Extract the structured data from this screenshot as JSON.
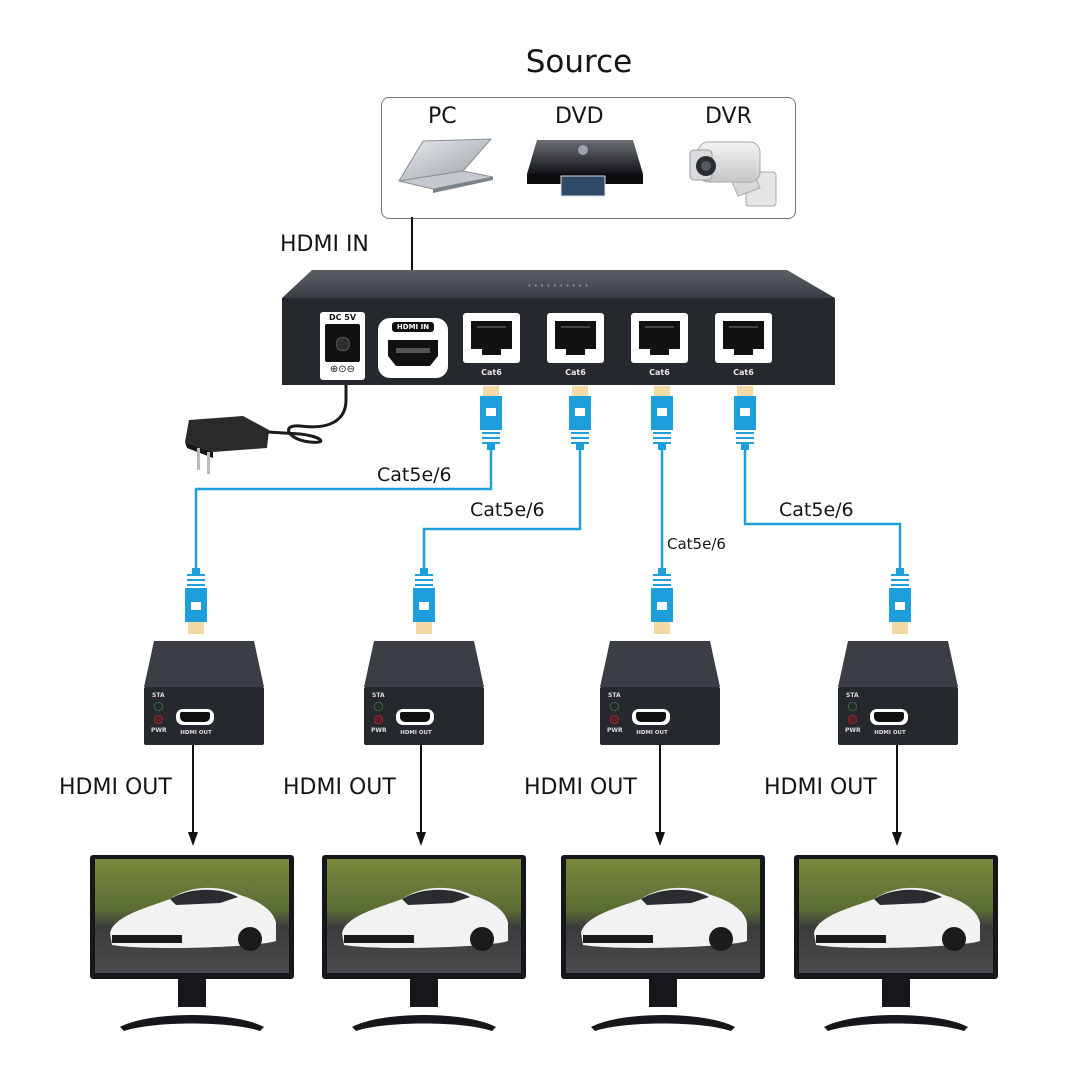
{
  "title": "Source",
  "source_box": {
    "devices": [
      {
        "label": "PC",
        "icon": "laptop-icon"
      },
      {
        "label": "DVD",
        "icon": "dvd-player-icon"
      },
      {
        "label": "DVR",
        "icon": "security-camera-icon"
      }
    ]
  },
  "hdmi_in_label": "HDMI IN",
  "splitter": {
    "dc_label": "DC 5V",
    "dc_symbol": "⊕⊙⊖",
    "hdmi_port_label": "HDMI IN",
    "ports": [
      {
        "label": "Cat6"
      },
      {
        "label": "Cat6"
      },
      {
        "label": "Cat6"
      },
      {
        "label": "Cat6"
      }
    ]
  },
  "cables": [
    {
      "label": "Cat5e/6"
    },
    {
      "label": "Cat5e/6"
    },
    {
      "label": "Cat5e/6"
    },
    {
      "label": "Cat5e/6"
    }
  ],
  "receivers": [
    {
      "sta": "STA",
      "pwr": "PWR",
      "port": "HDMI OUT",
      "output_label": "HDMI OUT"
    },
    {
      "sta": "STA",
      "pwr": "PWR",
      "port": "HDMI OUT",
      "output_label": "HDMI OUT"
    },
    {
      "sta": "STA",
      "pwr": "PWR",
      "port": "HDMI OUT",
      "output_label": "HDMI OUT"
    },
    {
      "sta": "STA",
      "pwr": "PWR",
      "port": "HDMI OUT",
      "output_label": "HDMI OUT"
    }
  ],
  "monitors": [
    {
      "content": "white sports car"
    },
    {
      "content": "white sports car"
    },
    {
      "content": "white sports car"
    },
    {
      "content": "white sports car"
    }
  ],
  "colors": {
    "cable": "#1e9fdc",
    "device": "#2a2e33",
    "text": "#151515"
  }
}
